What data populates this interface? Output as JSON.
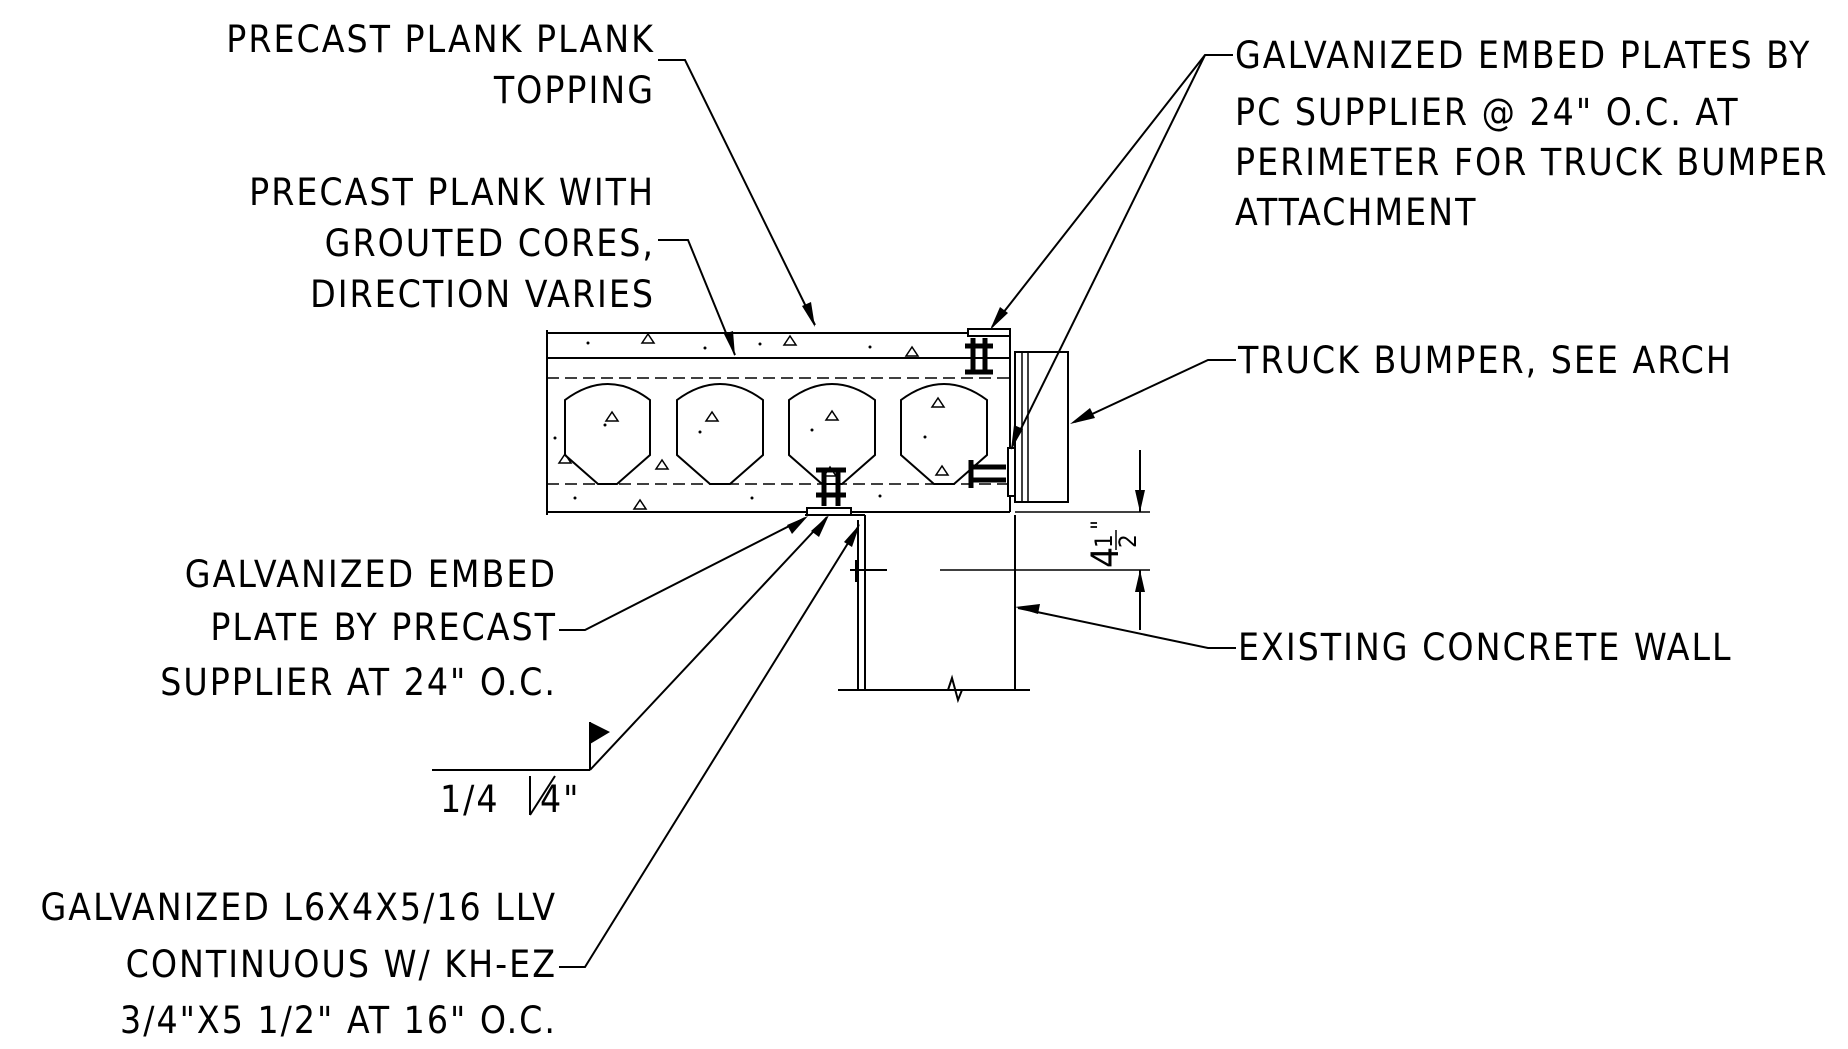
{
  "notes": {
    "topping": [
      "PRECAST PLANK PLANK",
      "TOPPING"
    ],
    "plank": [
      "PRECAST PLANK WITH",
      "GROUTED CORES,",
      "DIRECTION VARIES"
    ],
    "embed_plates_top": [
      "GALVANIZED EMBED PLATES BY",
      "PC SUPPLIER @ 24\" O.C. AT",
      "PERIMETER FOR TRUCK BUMPER",
      "ATTACHMENT"
    ],
    "truck_bumper": [
      "TRUCK BUMPER, SEE ARCH"
    ],
    "embed_plate_bottom": [
      "GALVANIZED EMBED",
      "PLATE BY PRECAST",
      "SUPPLIER AT 24\" O.C."
    ],
    "existing_wall": [
      "EXISTING CONCRETE WALL"
    ],
    "angle": [
      "GALVANIZED L6X4X5/16 LLV",
      "CONTINUOUS W/ KH-EZ",
      "3/4\"X5 1/2\" AT 16\" O.C."
    ]
  },
  "weld_symbol": {
    "size": "1/4",
    "length": "4\""
  },
  "dimension": {
    "whole": "4",
    "numerator": "1",
    "denominator": "2",
    "unit": "\""
  }
}
